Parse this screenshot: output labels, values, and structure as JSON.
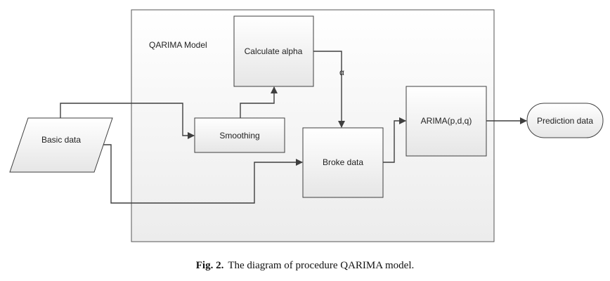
{
  "diagram": {
    "container_label": "QARIMA Model",
    "nodes": {
      "basic_data": "Basic data",
      "smoothing": "Smoothing",
      "calculate_alpha": "Calculate alpha",
      "broke_data": "Broke data",
      "arima": "ARIMA(p,d,q)",
      "prediction_data": "Prediction data"
    },
    "edge_labels": {
      "alpha": "α"
    },
    "edges": [
      {
        "from": "basic_data",
        "to": "smoothing"
      },
      {
        "from": "smoothing",
        "to": "calculate_alpha"
      },
      {
        "from": "calculate_alpha",
        "to": "broke_data",
        "label": "α"
      },
      {
        "from": "basic_data",
        "to": "broke_data"
      },
      {
        "from": "broke_data",
        "to": "arima"
      },
      {
        "from": "arima",
        "to": "prediction_data"
      }
    ],
    "colors": {
      "stroke": "#3f3f3f",
      "box_fill_top": "#ffffff",
      "box_fill_bottom": "#e9e9e9"
    }
  },
  "caption": {
    "lead": "Fig. 2.",
    "text": "The diagram of procedure QARIMA model."
  }
}
